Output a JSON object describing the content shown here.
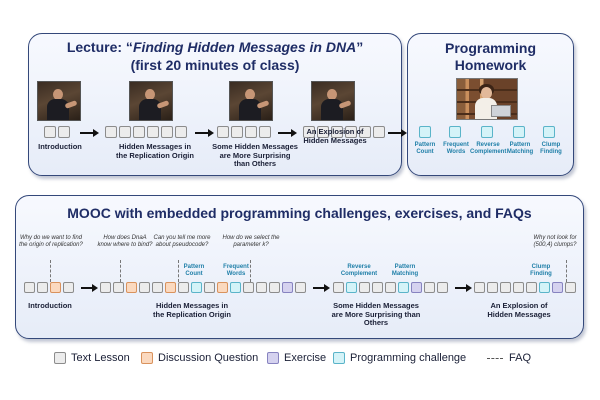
{
  "lecture": {
    "title_prefix": "Lecture: “",
    "title_italic": "Finding Hidden Messages in DNA",
    "title_suffix": "”",
    "subtitle": "(first 20 minutes of class)",
    "segments": [
      "Introduction",
      "Hidden Messages in the Replication Origin",
      "Some Hidden Messages are More Surprising than Others",
      "An Explosion of Hidden Messages"
    ]
  },
  "homework": {
    "title_line1": "Programming",
    "title_line2": "Homework",
    "items": [
      "Pattern Count",
      "Frequent Words",
      "Reverse Complement",
      "Pattern Matching",
      "Clump Finding"
    ]
  },
  "mooc": {
    "title": "MOOC with embedded programming challenges, exercises, and FAQs",
    "segments": [
      "Introduction",
      "Hidden Messages in the Replication Origin",
      "Some Hidden Messages are More Surprising than Others",
      "An Explosion of Hidden Messages"
    ],
    "faqs": [
      "Why do we want to find the origin of replication?",
      "How does DnaA know where to bind?",
      "Can you tell me more about pseudocode?",
      "How do we select the parameter k?",
      "Why not look for (500,4) clumps?"
    ],
    "challenges": [
      "Pattern Count",
      "Frequent Words",
      "Reverse Complement",
      "Pattern Matching",
      "Clump Finding"
    ]
  },
  "legend": {
    "text_lesson": "Text Lesson",
    "discussion": "Discussion Question",
    "exercise": "Exercise",
    "programming": "Programming challenge",
    "faq": "FAQ"
  },
  "colors": {
    "text_lesson": "#ececec",
    "discussion": "#fbd9bf",
    "exercise": "#d5d2ef",
    "programming": "#d4f3f8"
  }
}
